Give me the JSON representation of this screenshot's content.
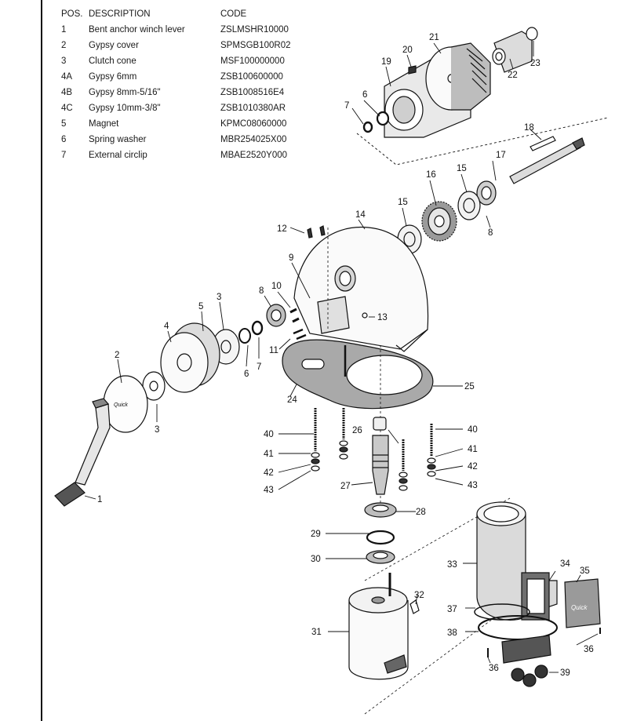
{
  "table": {
    "headers": {
      "pos": "POS.",
      "description": "DESCRIPTION",
      "code": "CODE"
    },
    "rows": [
      {
        "pos": "1",
        "description": "Bent anchor winch lever",
        "code": "ZSLMSHR10000"
      },
      {
        "pos": "2",
        "description": "Gypsy cover",
        "code": "SPMSGB100R02"
      },
      {
        "pos": "3",
        "description": "Clutch cone",
        "code": "MSF100000000"
      },
      {
        "pos": "4A",
        "description": "Gypsy 6mm",
        "code": "ZSB100600000"
      },
      {
        "pos": "4B",
        "description": "Gypsy 8mm-5/16\"",
        "code": "ZSB1008516E4"
      },
      {
        "pos": "4C",
        "description": "Gypsy 10mm-3/8\"",
        "code": "ZSB1010380AR"
      },
      {
        "pos": "5",
        "description": "Magnet",
        "code": "KPMC08060000"
      },
      {
        "pos": "6",
        "description": "Spring washer",
        "code": "MBR254025X00"
      },
      {
        "pos": "7",
        "description": "External circlip",
        "code": "MBAE2520Y000"
      }
    ]
  },
  "callouts": [
    "1",
    "2",
    "3",
    "3",
    "4",
    "5",
    "6",
    "6",
    "7",
    "7",
    "8",
    "8",
    "9",
    "10",
    "11",
    "12",
    "13",
    "14",
    "15",
    "15",
    "16",
    "17",
    "18",
    "19",
    "20",
    "21",
    "22",
    "23",
    "24",
    "25",
    "26",
    "27",
    "28",
    "29",
    "30",
    "31",
    "32",
    "33",
    "34",
    "35",
    "36",
    "36",
    "37",
    "38",
    "39",
    "40",
    "40",
    "41",
    "41",
    "42",
    "42",
    "43",
    "43"
  ],
  "logo_text": "Quick"
}
